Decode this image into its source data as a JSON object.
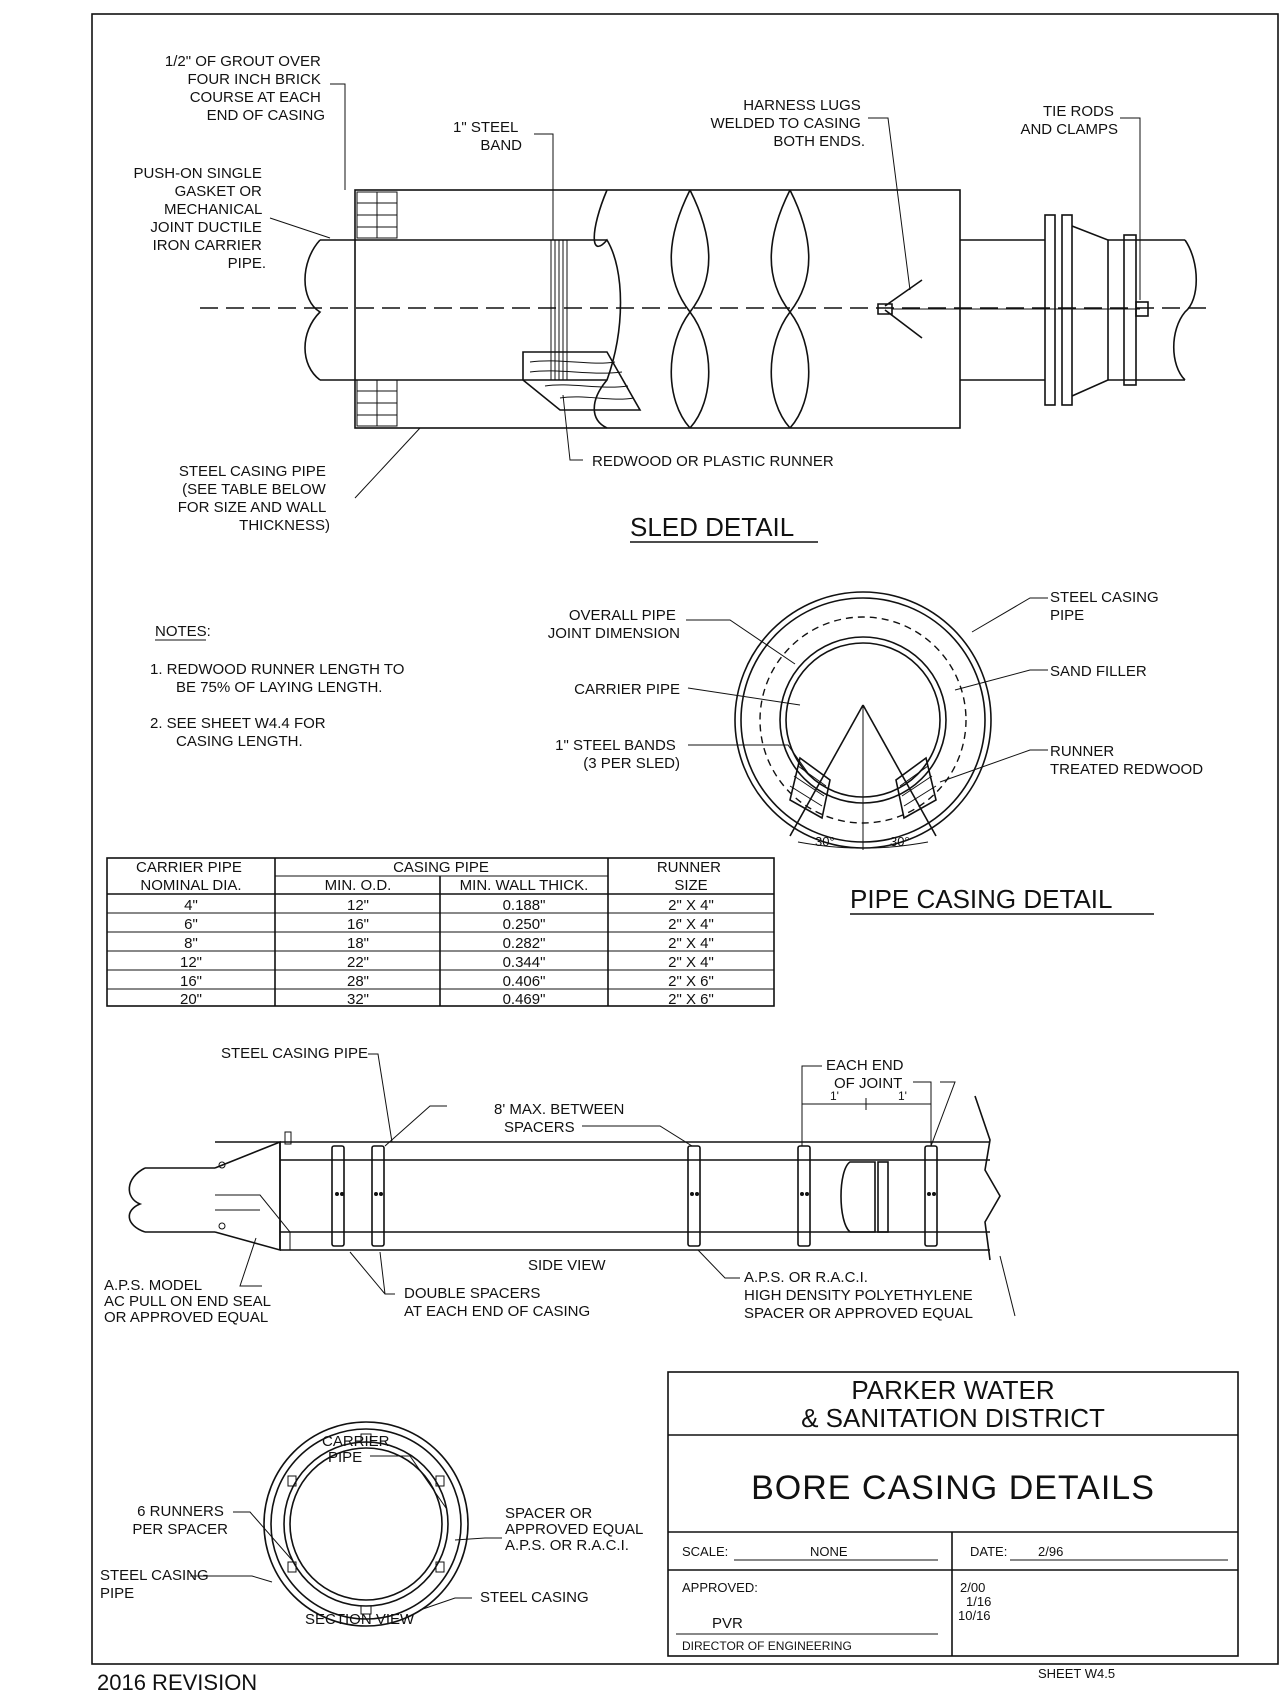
{
  "sled_detail": {
    "title": "SLED DETAIL",
    "label_grout": [
      "1/2\" OF GROUT OVER",
      "FOUR INCH BRICK",
      "COURSE AT EACH",
      "END OF CASING"
    ],
    "label_pushon": [
      "PUSH-ON SINGLE",
      "GASKET OR",
      "MECHANICAL",
      "JOINT DUCTILE",
      "IRON CARRIER",
      "PIPE."
    ],
    "label_steel_band": [
      "1\" STEEL",
      "BAND"
    ],
    "label_harness": [
      "HARNESS LUGS",
      "WELDED TO CASING",
      "BOTH ENDS."
    ],
    "label_tie_rods": [
      "TIE RODS",
      "AND CLAMPS"
    ],
    "label_casing": [
      "STEEL CASING PIPE",
      "(SEE TABLE BELOW",
      "FOR SIZE AND WALL",
      "THICKNESS)"
    ],
    "label_runner": "REDWOOD OR PLASTIC RUNNER"
  },
  "notes": {
    "heading": "NOTES:",
    "items": [
      [
        "1. REDWOOD RUNNER LENGTH TO",
        "BE 75% OF LAYING LENGTH."
      ],
      [
        "2. SEE SHEET W4.4 FOR",
        "CASING LENGTH."
      ]
    ]
  },
  "pipe_casing_detail": {
    "title": "PIPE CASING DETAIL",
    "label_overall": [
      "OVERALL PIPE",
      "JOINT DIMENSION"
    ],
    "label_carrier": "CARRIER PIPE",
    "label_bands": [
      "1\" STEEL BANDS",
      "(3 PER SLED)"
    ],
    "label_steel_casing": [
      "STEEL CASING",
      "PIPE"
    ],
    "label_sand": "SAND FILLER",
    "label_runner": [
      "RUNNER",
      "TREATED REDWOOD"
    ],
    "angle_left": "30°",
    "angle_right": "30°"
  },
  "table": {
    "head_carrier": [
      "CARRIER PIPE",
      "NOMINAL DIA."
    ],
    "head_casing": "CASING PIPE",
    "head_od": "MIN. O.D.",
    "head_wall": "MIN. WALL THICK.",
    "head_runner": [
      "RUNNER",
      "SIZE"
    ],
    "rows": [
      [
        "4\"",
        "12\"",
        "0.188\"",
        "2\" X 4\""
      ],
      [
        "6\"",
        "16\"",
        "0.250\"",
        "2\" X 4\""
      ],
      [
        "8\"",
        "18\"",
        "0.282\"",
        "2\" X 4\""
      ],
      [
        "12\"",
        "22\"",
        "0.344\"",
        "2\" X 4\""
      ],
      [
        "16\"",
        "28\"",
        "0.406\"",
        "2\" X 6\""
      ],
      [
        "20\"",
        "32\"",
        "0.469\"",
        "2\" X 6\""
      ]
    ]
  },
  "side_view": {
    "title": "SIDE VIEW",
    "label_casing": "STEEL CASING PIPE",
    "label_max": [
      "8' MAX. BETWEEN",
      "SPACERS"
    ],
    "label_each_end": [
      "EACH END",
      "OF JOINT"
    ],
    "dim_left": "1'",
    "dim_right": "1'",
    "label_aps_model": [
      "A.P.S. MODEL",
      "AC PULL ON END SEAL",
      "OR APPROVED EQUAL"
    ],
    "label_double": [
      "DOUBLE SPACERS",
      "AT EACH END OF CASING"
    ],
    "label_hdpe": [
      "A.P.S. OR R.A.C.I.",
      "HIGH DENSITY POLYETHYLENE",
      "SPACER OR APPROVED EQUAL"
    ]
  },
  "section_view": {
    "title": "SECTION VIEW",
    "label_carrier": [
      "CARRIER",
      "PIPE"
    ],
    "label_runners": [
      "6 RUNNERS",
      "PER SPACER"
    ],
    "label_steel_casing_pipe": [
      "STEEL CASING",
      "PIPE"
    ],
    "label_spacer": [
      "SPACER OR",
      "APPROVED EQUAL",
      "A.P.S. OR R.A.C.I."
    ],
    "label_steel_casing": "STEEL CASING"
  },
  "title_block": {
    "org_line1": "PARKER WATER",
    "org_line2": "& SANITATION DISTRICT",
    "drawing_title": "BORE CASING DETAILS",
    "scale_label": "SCALE:",
    "scale_value": "NONE",
    "date_label": "DATE:",
    "date_value": "2/96",
    "approved_label": "APPROVED:",
    "approver": "PVR",
    "approver_title": "DIRECTOR OF ENGINEERING",
    "revisions": [
      "2/00",
      "1/16",
      "10/16"
    ]
  },
  "footer": {
    "revision": "2016 REVISION",
    "sheet": "SHEET W4.5"
  }
}
